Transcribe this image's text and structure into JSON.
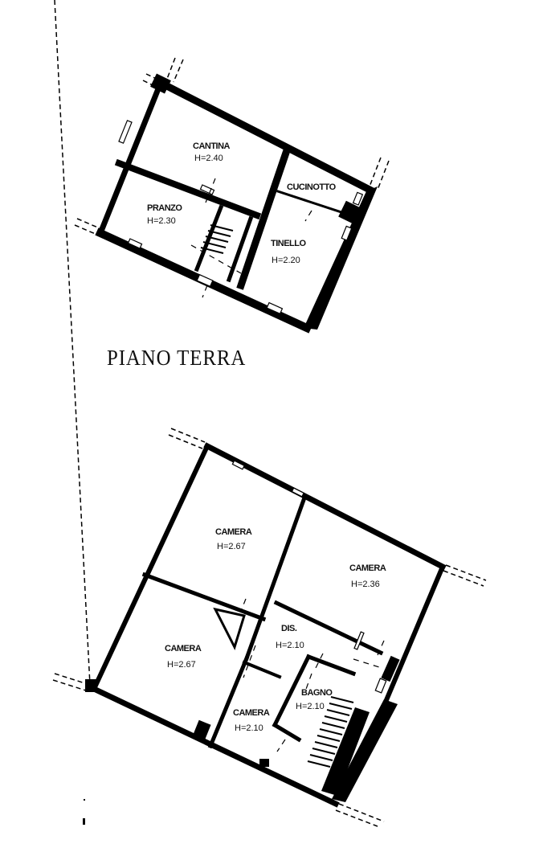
{
  "plans": [
    {
      "id": "ground-floor",
      "title": "PIANO TERRA",
      "rooms": [
        {
          "name": "CANTINA",
          "height": "H=2.40"
        },
        {
          "name": "CUCINOTTO",
          "height": ""
        },
        {
          "name": "PRANZO",
          "height": "H=2.30"
        },
        {
          "name": "TINELLO",
          "height": "H=2.20"
        }
      ]
    },
    {
      "id": "first-floor",
      "title": "",
      "rooms": [
        {
          "name": "CAMERA",
          "height": "H=2.67"
        },
        {
          "name": "CAMERA",
          "height": "H=2.36"
        },
        {
          "name": "DIS.",
          "height": "H=2.10"
        },
        {
          "name": "CAMERA",
          "height": "H=2.67"
        },
        {
          "name": "BAGNO",
          "height": "H=2.10"
        },
        {
          "name": "CAMERA",
          "height": "H=2.10"
        }
      ]
    }
  ],
  "colors": {
    "ink": "#000000",
    "paper": "#ffffff"
  }
}
